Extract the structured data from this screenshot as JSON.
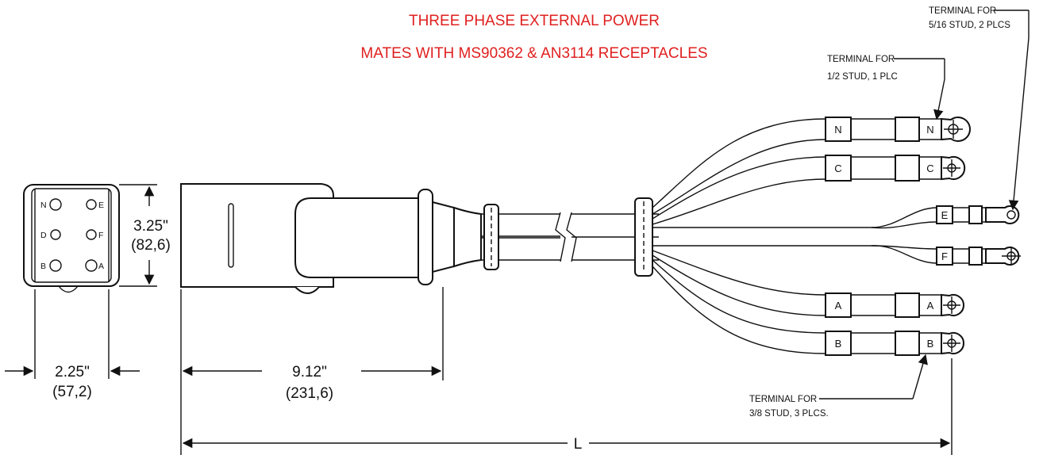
{
  "title": {
    "line1": "THREE PHASE EXTERNAL POWER",
    "line2": "MATES WITH MS90362 & AN3114 RECEPTACLES"
  },
  "connector_pins": [
    "N",
    "E",
    "D",
    "F",
    "B",
    "A"
  ],
  "dimensions": {
    "height_in": "3.25\"",
    "height_mm": "(82,6)",
    "width_in": "2.25\"",
    "width_mm": "(57,2)",
    "length_in": "9.12\"",
    "length_mm": "(231,6)",
    "overall": "L"
  },
  "wires": [
    "N",
    "C",
    "E",
    "F",
    "A",
    "B"
  ],
  "callouts": {
    "stud_5_16_line1": "TERMINAL FOR",
    "stud_5_16_line2": "5/16 STUD, 2 PLCS",
    "stud_1_2_line1": "TERMINAL FOR",
    "stud_1_2_line2": "1/2 STUD, 1 PLC",
    "stud_3_8_line1": "TERMINAL FOR",
    "stud_3_8_line2": "3/8 STUD, 3 PLCS."
  },
  "colors": {
    "title": "#e02020",
    "line": "#111111",
    "background": "#ffffff"
  }
}
